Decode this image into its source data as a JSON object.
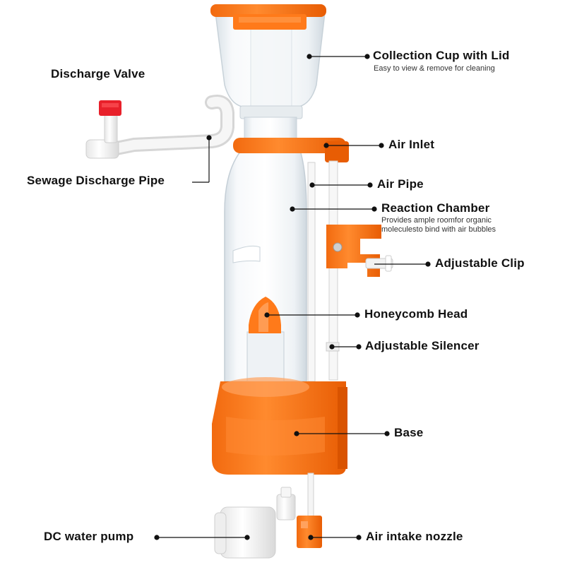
{
  "colors": {
    "accent_orange": "#ff7a1a",
    "orange_dark": "#e85d04",
    "glass": "#e9eef2",
    "pipe_white": "#f4f4f4",
    "valve_red": "#e8202a",
    "text": "#111111"
  },
  "labels": {
    "collection_cup": "Collection Cup with Lid",
    "collection_cup_sub": "Easy to view & remove for cleaning",
    "discharge_valve": "Discharge Valve",
    "air_inlet": "Air Inlet",
    "sewage_pipe": "Sewage Discharge Pipe",
    "air_pipe": "Air Pipe",
    "reaction_chamber": "Reaction Chamber",
    "reaction_chamber_sub1": "Provides ample roomfor organic",
    "reaction_chamber_sub2": "moleculesto bind with air bubbles",
    "adjustable_clip": "Adjustable Clip",
    "honeycomb_head": "Honeycomb Head",
    "adjustable_silencer": "Adjustable Silencer",
    "base": "Base",
    "dc_pump": "DC water pump",
    "air_intake": "Air intake nozzle"
  }
}
